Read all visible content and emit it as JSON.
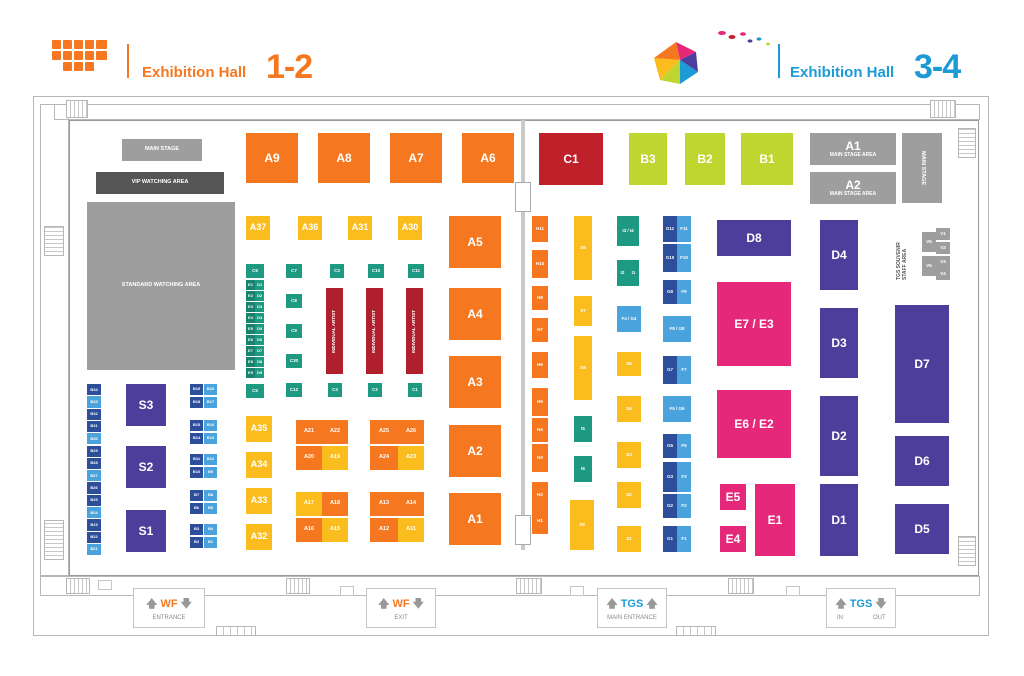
{
  "header": {
    "left_title": "Exhibition Hall",
    "left_number": "1-2",
    "right_title": "Exhibition Hall",
    "right_number": "3-4",
    "left_color": "#f57820",
    "right_color": "#1b9ad6"
  },
  "colors": {
    "orange": "#f57820",
    "yellow": "#fbbd1e",
    "red": "#c0202a",
    "lime": "#bed62f",
    "navy": "#4d3e9b",
    "pink": "#e6287a",
    "blue": "#2d4f9b",
    "light_blue": "#4aa3dc",
    "teal": "#1e9a82",
    "gray": "#9e9e9e"
  },
  "areas": {
    "main_stage": "MAIN STAGE",
    "vip": "VIP WATCHING AREA",
    "standard": "STANDARD WATCHING AREA",
    "a1_sub": "MAIN STAGE AREA",
    "a2_sub": "MAIN STAGE AREA",
    "main_stage_right": "MAIN STAGE",
    "tgs_souvenir": "TGS SOUVENIR",
    "staff_area": "STAFF AREA",
    "individual_artist": "INDIVIDUAL ARTIST"
  },
  "booths": {
    "A9": "A9",
    "A8": "A8",
    "A7": "A7",
    "A6": "A6",
    "C1": "C1",
    "B3": "B3",
    "B2": "B2",
    "B1": "B1",
    "A1T": "A1",
    "A2T": "A2",
    "A37": "A37",
    "A36": "A36",
    "A31": "A31",
    "A30": "A30",
    "A5": "A5",
    "A4": "A4",
    "A3": "A3",
    "A2": "A2",
    "A1": "A1",
    "A35": "A35",
    "A34": "A34",
    "A33": "A33",
    "A32": "A32",
    "A21": "A21",
    "A22": "A22",
    "A20": "A20",
    "A19": "A19",
    "A25": "A25",
    "A26": "A26",
    "A24": "A24",
    "A23": "A23",
    "A17": "A17",
    "A18": "A18",
    "A16": "A16",
    "A15": "A15",
    "A13": "A13",
    "A14": "A14",
    "A12": "A12",
    "A11": "A11",
    "S3": "S3",
    "S2": "S2",
    "S1": "S1",
    "D8": "D8",
    "D4": "D4",
    "D3": "D3",
    "D2": "D2",
    "D1": "D1",
    "D7": "D7",
    "D6": "D6",
    "D5": "D5",
    "E7E3": "E7 / E3",
    "E6E2": "E6 / E2",
    "E5": "E5",
    "E4": "E4",
    "E1": "E1",
    "C6": "C6",
    "C7": "C7",
    "C3": "C3",
    "C10": "C10",
    "C11": "C11",
    "C8": "C8",
    "C9": "C9",
    "C30": "C30",
    "C12": "C12",
    "C4": "C4",
    "C2": "C2",
    "C1s": "C1",
    "C5": "C5",
    "H11": "H11",
    "H10": "H10",
    "H8": "H8",
    "H7": "H7",
    "H6": "H6",
    "H5": "H5",
    "H4": "H4",
    "H3": "H3",
    "H2": "H2",
    "H1": "H1",
    "S6": "S6",
    "S7": "S7",
    "S8": "S8",
    "S9": "S9",
    "I3I4": "I3 / I4",
    "I2": "I2",
    "I1": "I1",
    "I5": "I5",
    "I6": "I6",
    "F4G4": "F4 / G4",
    "S5": "S5",
    "S4": "S4",
    "S3y": "S3",
    "S2y": "S2",
    "S1y": "S1",
    "G11": "G11",
    "F11": "F11",
    "G10": "G10",
    "F10": "F10",
    "G9": "G9",
    "F9": "F9",
    "F8G8": "F8 / G8",
    "G7": "G7",
    "F7": "F7",
    "F5G6": "F5 / G6",
    "G5": "G5",
    "F5": "F5",
    "G3": "G3",
    "F3": "F3",
    "G2": "G2",
    "F2": "F2",
    "G1": "G1",
    "F1": "F1",
    "V6": "V6",
    "V5": "V5",
    "V1": "V1",
    "V2": "V2",
    "V3": "V3",
    "V4": "V4"
  },
  "left_column": [
    "B34",
    "B33",
    "B32",
    "B31",
    "B30",
    "B29",
    "B28",
    "B27",
    "B26",
    "B25",
    "B24",
    "B23",
    "B22",
    "B21"
  ],
  "pairs": [
    [
      "B19",
      "B20"
    ],
    [
      "B18",
      "B17"
    ],
    [
      "B15",
      "B16"
    ],
    [
      "B14",
      "B13"
    ],
    [
      "B11",
      "B12"
    ],
    [
      "B10",
      "B9"
    ],
    [
      "B7",
      "B8"
    ],
    [
      "B6",
      "B5"
    ],
    [
      "B3",
      "B4"
    ],
    [
      "B2",
      "B1"
    ]
  ],
  "strip_left": [
    "C6",
    "E1",
    "E2",
    "E3",
    "E4",
    "E5",
    "E6",
    "E7",
    "E8",
    "E9",
    "C5"
  ],
  "strip_right": [
    "",
    "D1",
    "D2",
    "D3",
    "D4",
    "D5",
    "D6",
    "D7",
    "D8",
    "D9",
    ""
  ],
  "entrances": {
    "wf": "WF",
    "entrance": "ENTRANCE",
    "exit": "EXIT",
    "tgs": "TGS",
    "main_entrance": "MAIN ENTRANCE",
    "in": "IN",
    "out": "OUT"
  }
}
